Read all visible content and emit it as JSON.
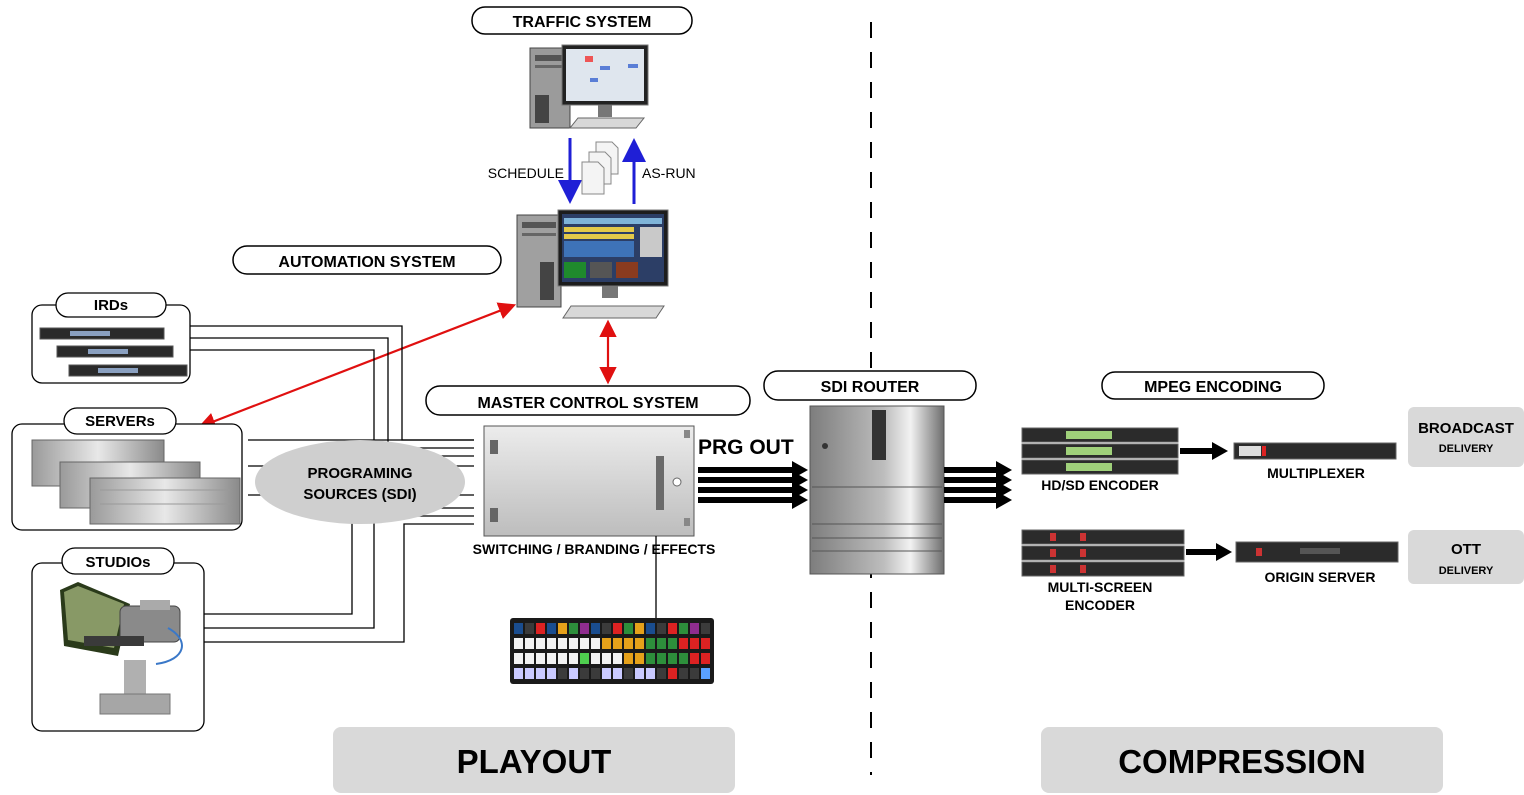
{
  "labels": {
    "traffic_system": "TRAFFIC SYSTEM",
    "automation_system": "AUTOMATION SYSTEM",
    "master_control_system": "MASTER CONTROL SYSTEM",
    "sdi_router": "SDI ROUTER",
    "mpeg_encoding": "MPEG ENCODING",
    "irds": "IRDs",
    "servers": "SERVERs",
    "studios": "STUDIOs",
    "schedule": "SCHEDULE",
    "as_run": "AS-RUN",
    "programing_sources_line1": "PROGRAMING",
    "programing_sources_line2": "SOURCES (SDI)",
    "prg_out": "PRG OUT",
    "switching": "SWITCHING / BRANDING / EFFECTS",
    "hd_sd_encoder": "HD/SD ENCODER",
    "multiplexer": "MULTIPLEXER",
    "multi_screen_line1": "MULTI-SCREEN",
    "multi_screen_line2": "ENCODER",
    "origin_server": "ORIGIN SERVER",
    "broadcast_line1": "BROADCAST",
    "broadcast_line2": "DELIVERY",
    "ott_line1": "OTT",
    "ott_line2": "DELIVERY",
    "playout": "PLAYOUT",
    "compression": "COMPRESSION"
  },
  "colors": {
    "schedule_arrow": "#1f1fd6",
    "control_arrow": "#e01010",
    "section_panel": "#d9d9d9",
    "sources_ellipse": "#cfcfcf"
  },
  "icons": [
    "desktop-computer-icon",
    "documents-icon",
    "rack-unit-icon",
    "server-icon",
    "broadcast-camera-icon",
    "control-panel-icon",
    "router-chassis-icon",
    "encoder-icon"
  ]
}
